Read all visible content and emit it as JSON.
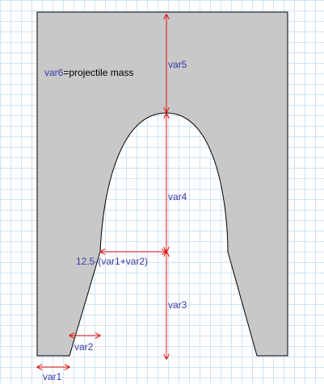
{
  "colors": {
    "grid": "#cfe3f2",
    "body_fill": "#c8c8c8",
    "body_stroke": "#000000",
    "dimension_line": "#e01010",
    "label_text": "#3a3aa8",
    "note_text": "#000000"
  },
  "labels": {
    "var5": "var5",
    "var4": "var4",
    "var3": "var3",
    "var2": "var2",
    "var1": "var1",
    "throat": "12.5-(var1+var2)",
    "var6_name": "var6",
    "var6_definition": "=projectile mass"
  }
}
